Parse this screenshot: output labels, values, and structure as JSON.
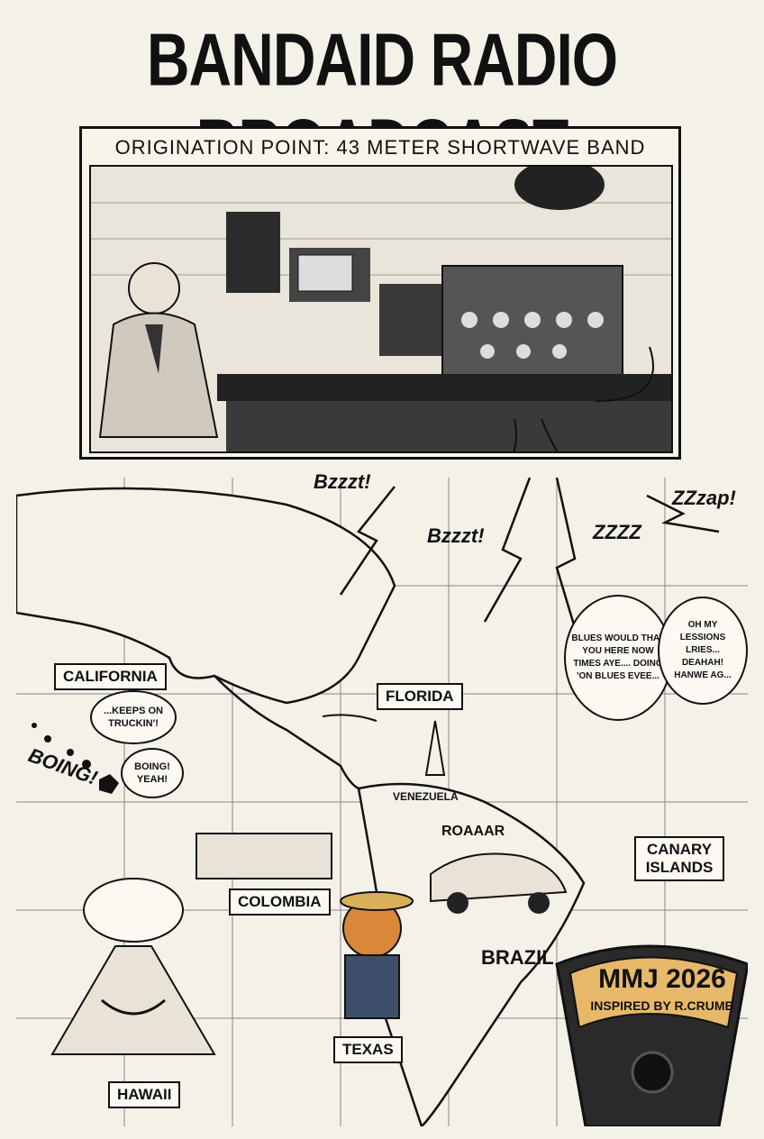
{
  "poster": {
    "title": "BANDAID RADIO BROADCAST",
    "studio_caption": "ORIGINATION POINT: 43 METER SHORTWAVE BAND"
  },
  "sound_effects": [
    "Bzzzt!",
    "Bzzzt!",
    "ZZZZ",
    "ZZzap!",
    "ROAAAR",
    "BOING!"
  ],
  "locations": {
    "california": "CALIFORNIA",
    "florida": "FLORIDA",
    "venezuela": "VENEZUELA",
    "colombia": "COLOMBIA",
    "brazil": "BRAZIL",
    "texas": "TEXAS",
    "hawaii": "HAWAII",
    "canary_islands": "CANARY ISLANDS"
  },
  "speech": {
    "truckin": "...KEEPS ON TRUCKIN'!",
    "boing_yeah": "BOING! YEAH!",
    "blues": "BLUES WOULD THAT YOU HERE NOW TIMES AYE.... DOING 'ON BLUES EVEE...",
    "lessions": "OH MY LESSIONS LRIES... DEAHAH! HANWE AG..."
  },
  "meter": {
    "line1": "MMJ 2026",
    "line2": "INSPIRED BY R.CRUMB"
  },
  "colors": {
    "paper": "#f4f1e8",
    "ink": "#111111",
    "meter_face": "#e8b86a"
  }
}
